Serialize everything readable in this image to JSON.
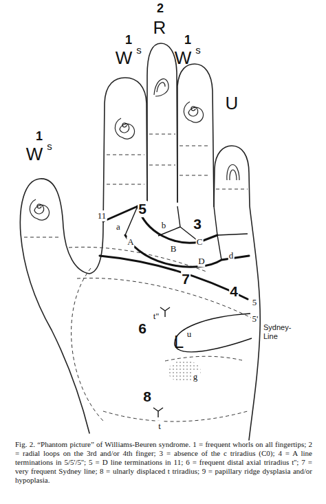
{
  "diagram": {
    "caption": "Fig. 2. “Phantom picture” of Williams-Beuren syndrome. 1 = frequent whorls on all fingertips; 2 = radial loops on the 3rd and/or 4th finger; 3 = absence of the c triradius (C0); 4 = A line terminations in 5/5'/5''; 5 = D line terminations in 11; 6 = frequent distal axial triradius t''; 7 = very frequent Sydney line; 8 = ulnarly displaced t triradius; 9 = papillary ridge dysplasia and/or hypoplasia.",
    "labels": [
      "1",
      "W",
      "s",
      "1",
      "W",
      "s",
      "2",
      "R",
      "1",
      "W",
      "s",
      "U",
      "11",
      "a",
      "5",
      "A",
      "b",
      "3",
      "C",
      "B",
      "D",
      "d",
      "7",
      "4",
      "5",
      "5'",
      "Sydney-Line",
      "t''",
      "6",
      "L",
      "u",
      "g",
      "8",
      "t"
    ]
  }
}
